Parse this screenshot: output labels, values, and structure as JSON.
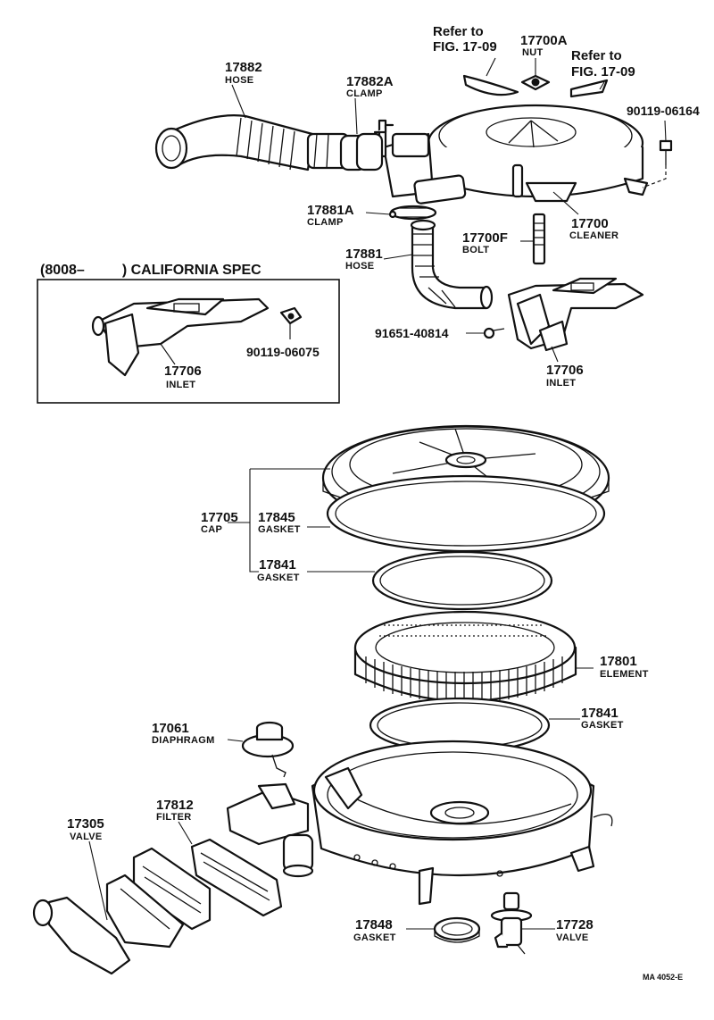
{
  "header": {
    "cal_spec_prefix": "(8008–",
    "cal_spec_suffix": ") CALIFORNIA SPEC"
  },
  "refs": {
    "refer_to_1a": "Refer to",
    "refer_to_1b": "FIG. 17-09",
    "refer_to_2a": "Refer to",
    "refer_to_2b": "FIG. 17-09"
  },
  "parts": {
    "p17882": {
      "number": "17882",
      "name": "HOSE"
    },
    "p17882A": {
      "number": "17882A",
      "name": "CLAMP"
    },
    "p17700A": {
      "number": "17700A",
      "name": "NUT"
    },
    "p90119_06164": {
      "number": "90119-06164"
    },
    "p17881A": {
      "number": "17881A",
      "name": "CLAMP"
    },
    "p17700F": {
      "number": "17700F",
      "name": "BOLT"
    },
    "p17700": {
      "number": "17700",
      "name": "CLEANER"
    },
    "p17881": {
      "number": "17881",
      "name": "HOSE"
    },
    "p91651_40814": {
      "number": "91651-40814"
    },
    "p17706_main": {
      "number": "17706",
      "name": "INLET"
    },
    "p17706_cal": {
      "number": "17706",
      "name": "INLET"
    },
    "p90119_06075": {
      "number": "90119-06075"
    },
    "p17705": {
      "number": "17705",
      "name": "CAP"
    },
    "p17845": {
      "number": "17845",
      "name": "GASKET"
    },
    "p17841_top": {
      "number": "17841",
      "name": "GASKET"
    },
    "p17801": {
      "number": "17801",
      "name": "ELEMENT"
    },
    "p17841_bot": {
      "number": "17841",
      "name": "GASKET"
    },
    "p17061": {
      "number": "17061",
      "name": "DIAPHRAGM"
    },
    "p17812": {
      "number": "17812",
      "name": "FILTER"
    },
    "p17305": {
      "number": "17305",
      "name": "VALVE"
    },
    "p17848": {
      "number": "17848",
      "name": "GASKET"
    },
    "p17728": {
      "number": "17728",
      "name": "VALVE"
    }
  },
  "footer": {
    "drawing_code": "MA 4052-E"
  }
}
